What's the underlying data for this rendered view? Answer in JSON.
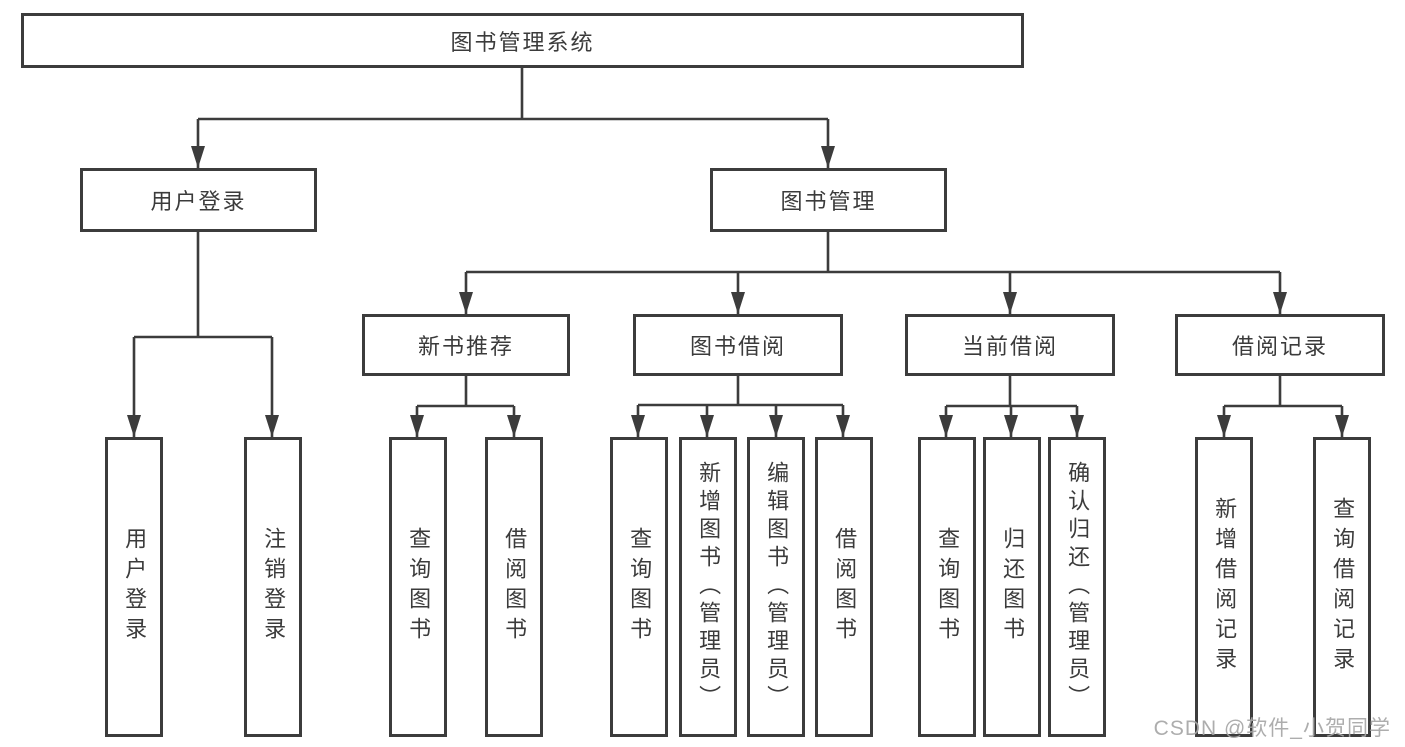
{
  "diagram": {
    "root": "图书管理系统",
    "branches": {
      "user": {
        "label": "用户登录",
        "children": [
          "用户登录",
          "注销登录"
        ]
      },
      "books": {
        "label": "图书管理",
        "sections": {
          "recommend": {
            "label": "新书推荐",
            "children": [
              "查询图书",
              "借阅图书"
            ]
          },
          "borrow": {
            "label": "图书借阅",
            "children": [
              "查询图书",
              "新增图书（管理员）",
              "编辑图书（管理员）",
              "借阅图书"
            ]
          },
          "current": {
            "label": "当前借阅",
            "children": [
              "查询图书",
              "归还图书",
              "确认归还（管理员）"
            ]
          },
          "records": {
            "label": "借阅记录",
            "children": [
              "新增借阅记录",
              "查询借阅记录"
            ]
          }
        }
      }
    }
  },
  "watermark": "CSDN @软件_小贺同学",
  "colors": {
    "line": "#3c3c3c",
    "text": "#3b3b3b",
    "box_background": "#ffffff",
    "page_background": "#ffffff",
    "watermark": "#a6a6a6"
  }
}
